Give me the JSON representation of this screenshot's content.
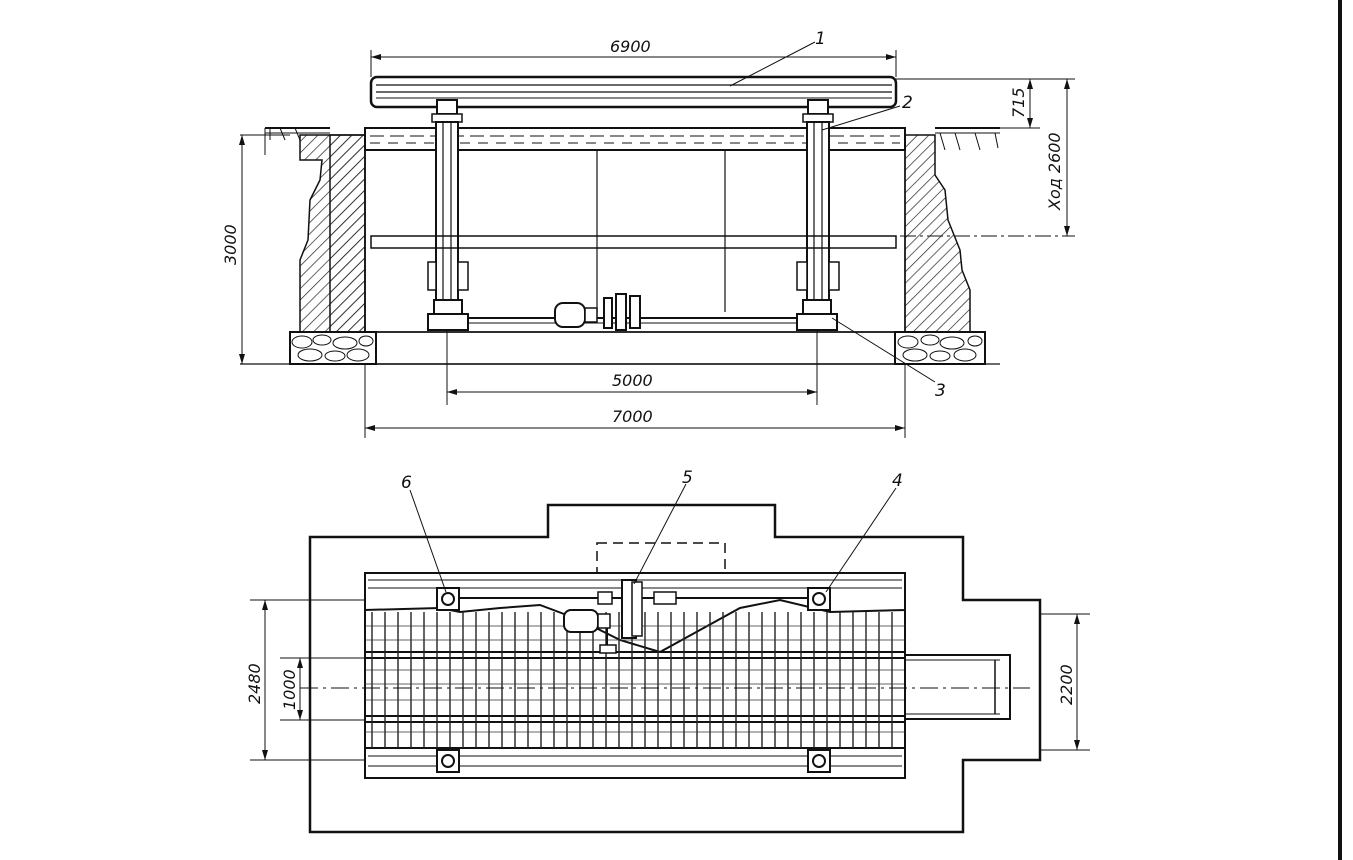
{
  "elevation": {
    "dimensions": {
      "top_width": "6900",
      "rail_span": "5000",
      "pit_width": "7000",
      "pit_depth": "3000",
      "top_offset": "715",
      "stroke": "Ход 2600"
    },
    "callouts": [
      "1",
      "2",
      "3"
    ]
  },
  "plan": {
    "dimensions": {
      "track_width": "2480",
      "gauge": "1000",
      "exit_width": "2200"
    },
    "callouts": [
      "6",
      "5",
      "4"
    ]
  }
}
